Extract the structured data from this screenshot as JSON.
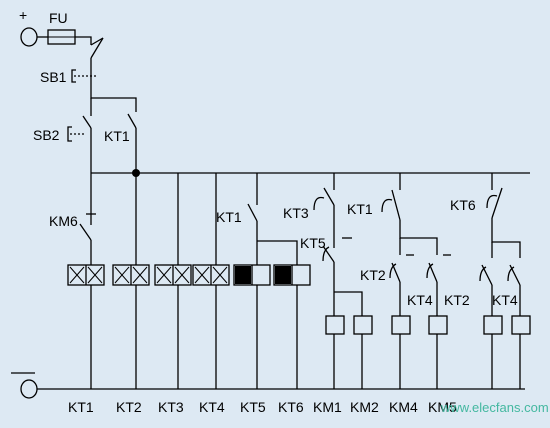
{
  "supply": {
    "plus": "+",
    "minus": "—"
  },
  "labels": {
    "fu": "FU",
    "sb1": "SB1",
    "sb2": "SB2",
    "kt1_hold": "KT1",
    "km6": "KM6",
    "kt1_b": "KT1",
    "kt3": "KT3",
    "kt1_c": "KT1",
    "kt6": "KT6",
    "kt5": "KT5",
    "kt2_a": "KT2",
    "kt4": "KT4",
    "kt2_b": "KT2",
    "kt4_b": "KT4"
  },
  "coils": [
    "KT1",
    "KT2",
    "KT3",
    "KT4",
    "KT5",
    "KT6",
    "KM1",
    "KM2",
    "KM4",
    "KM5"
  ],
  "watermark": "www.elecfans.com",
  "colors": {
    "background": "#dde9f3",
    "line": "#000000",
    "watermark": "#44b8a0"
  }
}
